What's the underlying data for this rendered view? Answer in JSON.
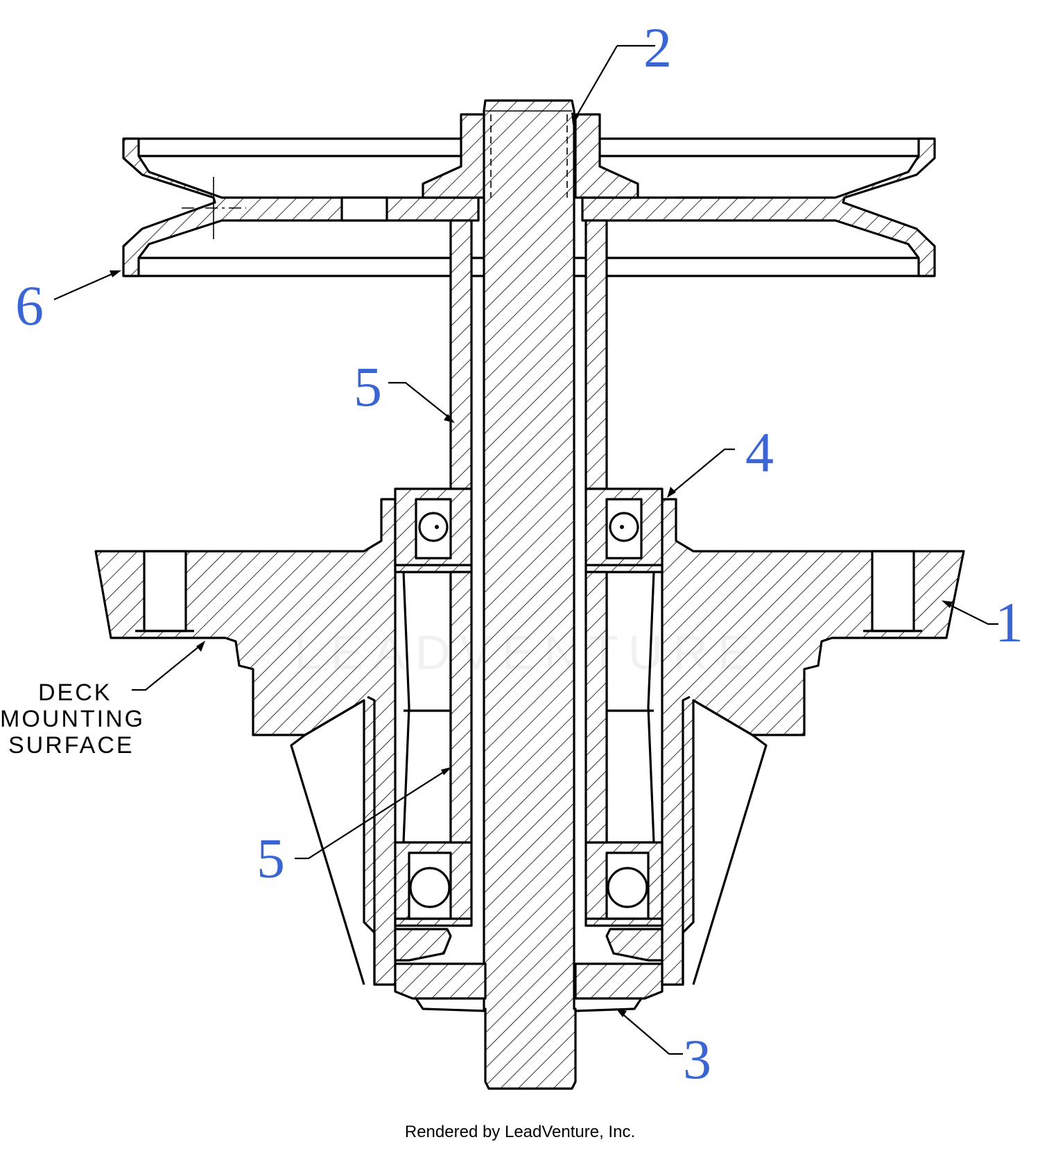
{
  "callouts": [
    {
      "id": "1",
      "label": "1"
    },
    {
      "id": "2",
      "label": "2"
    },
    {
      "id": "3",
      "label": "3"
    },
    {
      "id": "4",
      "label": "4"
    },
    {
      "id": "5a",
      "label": "5"
    },
    {
      "id": "5b",
      "label": "5"
    },
    {
      "id": "6",
      "label": "6"
    }
  ],
  "note": {
    "line1": "DECK",
    "line2": "MOUNTING",
    "line3": "SURFACE"
  },
  "footer": "Rendered by LeadVenture, Inc.",
  "watermark": "LEADVENTURE",
  "colors": {
    "callout": "#3a66d4",
    "line": "#000000"
  }
}
